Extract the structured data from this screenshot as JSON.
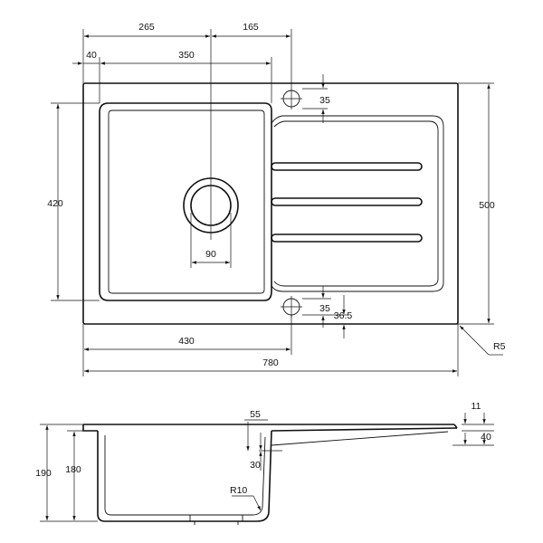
{
  "drawing": {
    "top_view": {
      "dim_265": "265",
      "dim_165": "165",
      "dim_40": "40",
      "dim_350": "350",
      "dim_35_top": "35",
      "dim_420": "420",
      "dim_500": "500",
      "dim_90": "90",
      "dim_35_bottom": "35",
      "dim_36_5": "36.5",
      "dim_430": "430",
      "dim_780": "780",
      "dim_r5": "R5"
    },
    "side_view": {
      "dim_55": "55",
      "dim_11": "11",
      "dim_40": "40",
      "dim_30": "30",
      "dim_190": "190",
      "dim_180": "180",
      "dim_r10": "R10"
    }
  }
}
